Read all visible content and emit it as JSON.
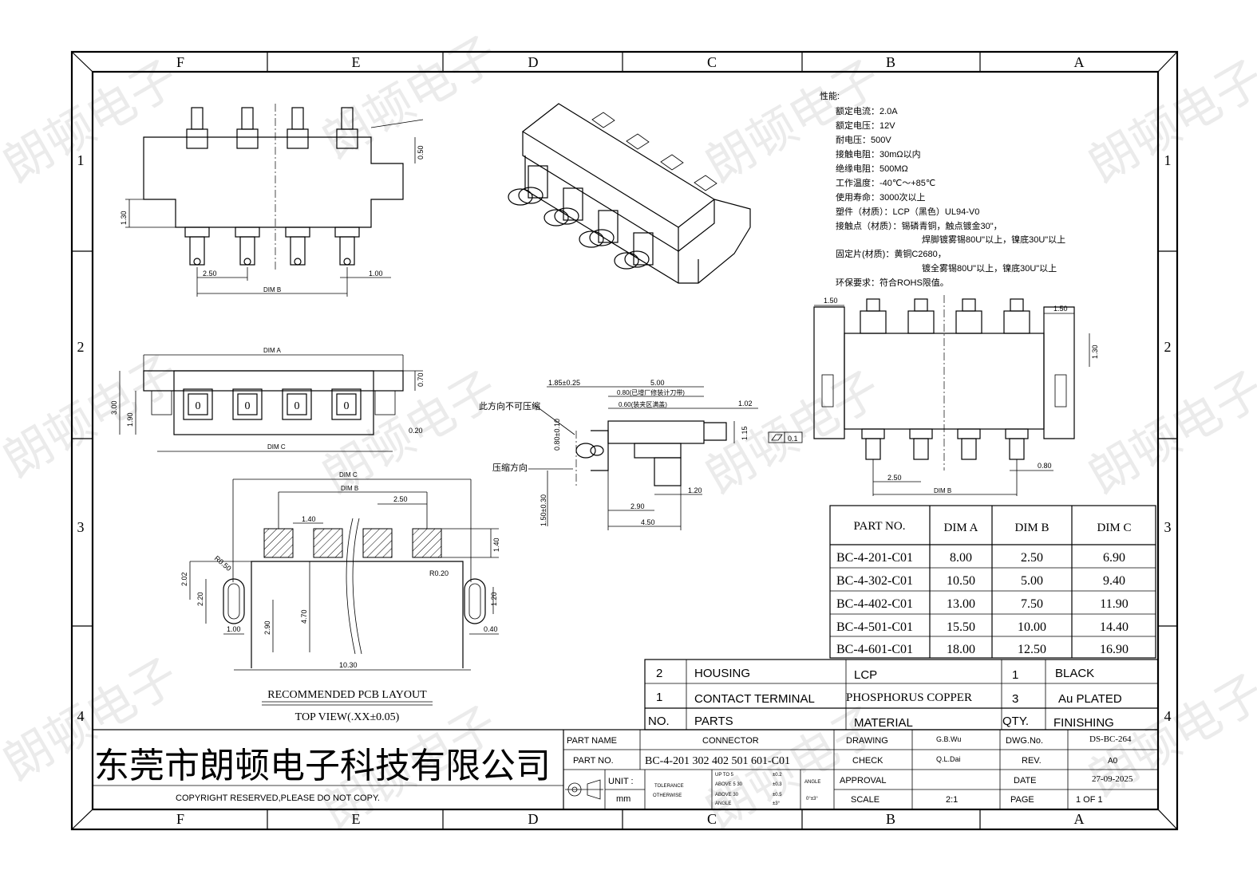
{
  "zones": {
    "columns": [
      "F",
      "E",
      "D",
      "C",
      "B",
      "A"
    ],
    "rows": [
      "1",
      "2",
      "3",
      "4"
    ]
  },
  "watermark": "朗顿电子",
  "specs": {
    "heading": "性能:",
    "lines": [
      "额定电流：2.0A",
      "额定电压：12V",
      "耐电压：500V",
      "接触电阻：30mΩ以内",
      "绝缘电阻：500MΩ",
      "工作温度：-40℃～+85℃",
      "使用寿命：3000次以上",
      "塑件（材质）：LCP（黑色）UL94-V0",
      "接触点（材质）：锡磷青铜，触点镀金30\"，",
      "焊脚镀雾锡80U\"以上，镍底30U\"以上",
      "固定片(材质)：黄铜C2680，",
      "镀全雾锡80U\"以上，镍底30U\"以上",
      "环保要求：符合ROHS限值。"
    ]
  },
  "dims": {
    "v1": {
      "d250": "2.50",
      "d100": "1.00",
      "dimB": "DIM B",
      "d050": "0.50",
      "d130": "1.30"
    },
    "v2": {
      "dimA": "DIM A",
      "dimC": "DIM C",
      "d300": "3.00",
      "d190": "1.90",
      "d070": "0.70",
      "d020": "0.20"
    },
    "side": {
      "d185": "1.85±0.25",
      "d500": "5.00",
      "d080a": "0.80(已增厂修装计刀带)",
      "d060": "0.60(装夹区满盖)",
      "d102": "1.02",
      "d115": "1.15",
      "d080": "0.80±0.10",
      "d150": "1.50±0.30",
      "d120": "1.20",
      "d290": "2.90",
      "d450": "4.50",
      "flat": "0.1",
      "noteTop": "此方向不可压缩",
      "noteBottom": "压缩方向"
    },
    "right": {
      "d150a": "1.50",
      "d150b": "1.50",
      "d130": "1.30",
      "d250": "2.50",
      "d080": "0.80",
      "dimB": "DIM B"
    },
    "pcb": {
      "dimC": "DIM C",
      "dimB": "DIM B",
      "d250": "2.50",
      "d140": "1.40",
      "d140v": "1.40",
      "r050": "R0.50",
      "r020": "R0.20",
      "d202": "2.02",
      "d220": "2.20",
      "d290": "2.90",
      "d470": "4.70",
      "d100": "1.00",
      "d120": "1.20",
      "d040": "0.40",
      "d1030": "10.30"
    }
  },
  "pcb_caption": {
    "title": "RECOMMENDED PCB LAYOUT",
    "subtitle": "TOP VIEW(.XX±0.05)"
  },
  "part_table": {
    "headers": [
      "PART NO.",
      "DIM A",
      "DIM B",
      "DIM C"
    ],
    "rows": [
      [
        "BC-4-201-C01",
        "8.00",
        "2.50",
        "6.90"
      ],
      [
        "BC-4-302-C01",
        "10.50",
        "5.00",
        "9.40"
      ],
      [
        "BC-4-402-C01",
        "13.00",
        "7.50",
        "11.90"
      ],
      [
        "BC-4-501-C01",
        "15.50",
        "10.00",
        "14.40"
      ],
      [
        "BC-4-601-C01",
        "18.00",
        "12.50",
        "16.90"
      ]
    ]
  },
  "bom": {
    "rows": [
      [
        "2",
        "HOUSING",
        "LCP",
        "1",
        "BLACK"
      ],
      [
        "1",
        "CONTACT TERMINAL",
        "PHOSPHORUS COPPER",
        "3",
        "Au PLATED"
      ]
    ],
    "header": [
      "NO.",
      "PARTS",
      "MATERIAL",
      "QTY.",
      "FINISHING"
    ]
  },
  "title_block": {
    "company": "东莞市朗顿电子科技有限公司",
    "copyright": "COPYRIGHT RESERVED,PLEASE DO NOT COPY.",
    "part_name_label": "PART NAME",
    "part_name": "CONNECTOR",
    "part_no_label": "PART NO.",
    "part_no": "BC-4-201 302 402 501 601-C01",
    "unit_label": "UNIT :",
    "unit": "mm",
    "tolerance_label": "TOLERANCE",
    "otherwise_label": "OTHERWISE",
    "tol_rows": [
      [
        "UP TO 5",
        "±0.2"
      ],
      [
        "ABOVE 5 30",
        "±0.3"
      ],
      [
        "ABOVE 30",
        "±0.5"
      ],
      [
        "ANGLE",
        "±3°"
      ]
    ],
    "angle_label": "ANGLE",
    "angle_value": "0°±3°",
    "drawing_label": "DRAWING",
    "drawing": "G.B.Wu",
    "check_label": "CHECK",
    "check": "Q.L.Dai",
    "approval_label": "APPROVAL",
    "approval": "",
    "scale_label": "SCALE",
    "scale": "2:1",
    "dwg_label": "DWG.No.",
    "dwg": "DS-BC-264",
    "rev_label": "REV.",
    "rev": "A0",
    "date_label": "DATE",
    "date": "27-09-2025",
    "page_label": "PAGE",
    "page": "1 OF 1"
  }
}
